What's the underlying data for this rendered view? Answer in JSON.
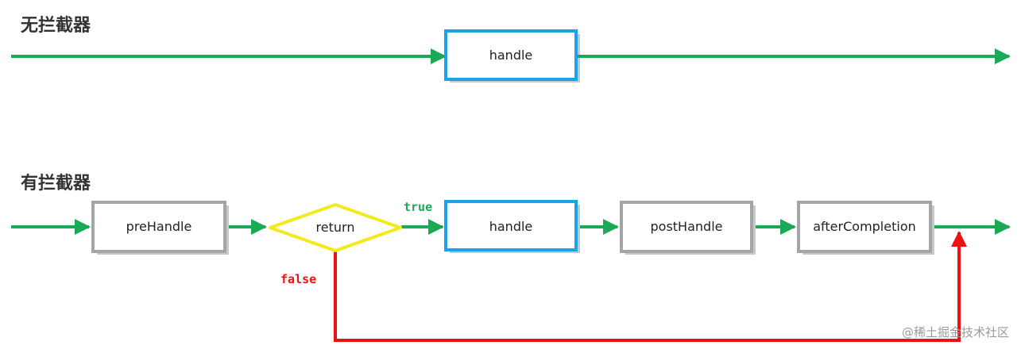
{
  "sections": {
    "without_interceptor": {
      "title": "无拦截器",
      "handle_label": "handle"
    },
    "with_interceptor": {
      "title": "有拦截器",
      "prehandle_label": "preHandle",
      "return_label": "return",
      "handle_label": "handle",
      "posthandle_label": "postHandle",
      "aftercompletion_label": "afterCompletion",
      "true_label": "true",
      "false_label": "false"
    }
  },
  "watermark": "@稀土掘金技术社区",
  "colors": {
    "flow_arrow": "#1aaa55",
    "true_text": "#1aaa55",
    "false_path": "#ee1111",
    "false_text": "#ee1111",
    "handle_border": "#1aa3e6",
    "decision_border": "#f2ea1c",
    "process_border": "#a5a5a5",
    "shadow": "#c8c8c8"
  }
}
